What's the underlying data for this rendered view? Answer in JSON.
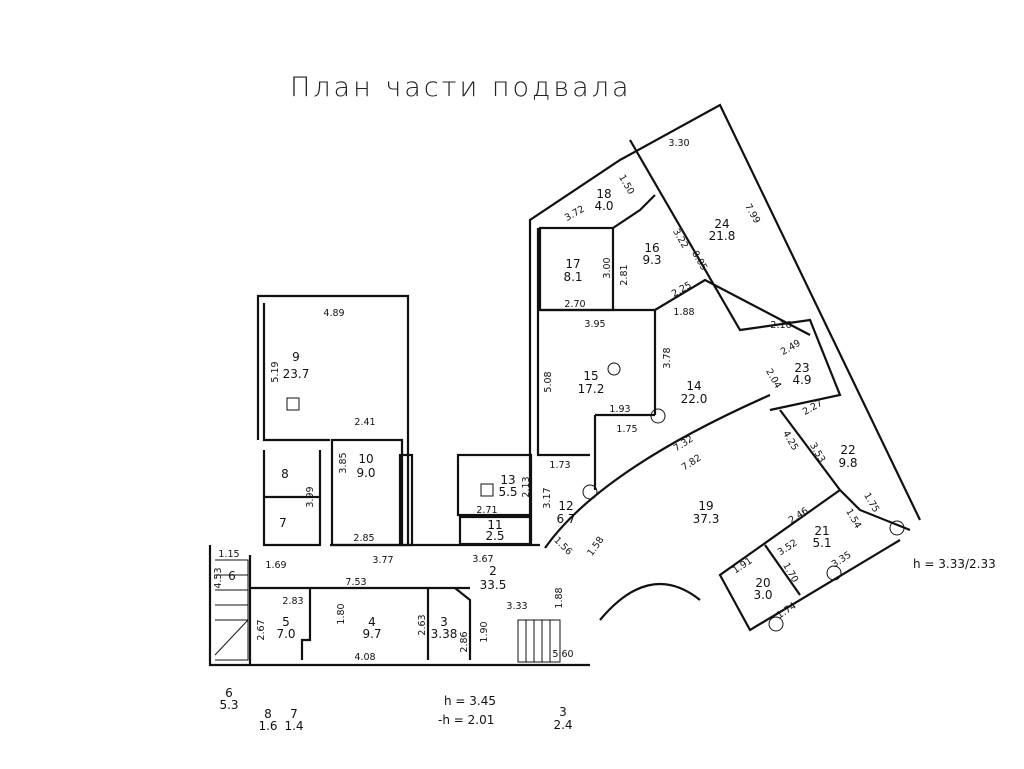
{
  "title": "План части подвала",
  "heights": {
    "main": "h = 3.45",
    "lower": "-h = 2.01",
    "right": "h = 3.33/2.33"
  },
  "rooms": [
    {
      "n": "9",
      "a": "23.7"
    },
    {
      "n": "10",
      "a": "9.0"
    },
    {
      "n": "8",
      "a": ""
    },
    {
      "n": "7",
      "a": ""
    },
    {
      "n": "6",
      "a": ""
    },
    {
      "n": "5",
      "a": "7.0"
    },
    {
      "n": "4",
      "a": "9.7"
    },
    {
      "n": "3",
      "a": "3.38"
    },
    {
      "n": "2",
      "a": "33.5"
    },
    {
      "n": "11",
      "a": "2.5"
    },
    {
      "n": "13",
      "a": "5.5"
    },
    {
      "n": "12",
      "a": "6.7"
    },
    {
      "n": "15",
      "a": "17.2"
    },
    {
      "n": "17",
      "a": "8.1"
    },
    {
      "n": "16",
      "a": "9.3"
    },
    {
      "n": "18",
      "a": "4.0"
    },
    {
      "n": "24",
      "a": "21.8"
    },
    {
      "n": "14",
      "a": "22.0"
    },
    {
      "n": "23",
      "a": "4.9"
    },
    {
      "n": "22",
      "a": "9.8"
    },
    {
      "n": "19",
      "a": "37.3"
    },
    {
      "n": "21",
      "a": "5.1"
    },
    {
      "n": "20",
      "a": "3.0"
    }
  ],
  "legend": [
    {
      "n": "6",
      "a": "5.3"
    },
    {
      "n": "8",
      "a": "1.6"
    },
    {
      "n": "7",
      "a": "1.4"
    },
    {
      "n": "3",
      "a": "2.4"
    }
  ],
  "dims": [
    "4.89",
    "5.19",
    "2.41",
    "3.99",
    "3.85",
    "2.85",
    "3.77",
    "1.15",
    "4.53",
    "1.69",
    "7.53",
    "2.83",
    "2.67",
    "1.80",
    "4.08",
    "2.63",
    "2.86",
    "1.90",
    "3.67",
    "3.33",
    "1.88",
    "5.60",
    "1.56",
    "2.71",
    "2.13",
    "1.73",
    "3.17",
    "3.95",
    "5.08",
    "1.93",
    "1.75",
    "2.70",
    "3.00",
    "2.81",
    "3.72",
    "1.50",
    "3.22",
    "8.05",
    "3.30",
    "7.99",
    "2.25",
    "1.88",
    "3.78",
    "2.16",
    "2.49",
    "2.04",
    "2.27",
    "7.32",
    "7.82",
    "1.58",
    "4.25",
    "3.53",
    "1.75",
    "1.54",
    "2.46",
    "3.52",
    "3.35",
    "1.91",
    "1.70",
    "1.74"
  ]
}
